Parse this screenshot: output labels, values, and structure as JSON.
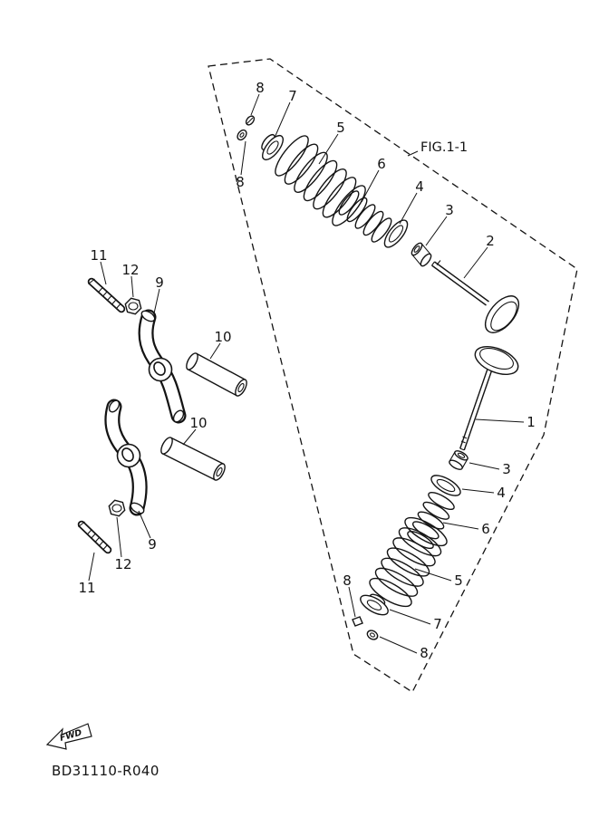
{
  "figure": {
    "fig_label": "FIG.1-1",
    "part_code": "BD31110-R040",
    "fwd_label": "FWD"
  },
  "colors": {
    "ink": "#141414",
    "background": "#ffffff"
  },
  "callouts": [
    {
      "n": "8"
    },
    {
      "n": "7"
    },
    {
      "n": "5"
    },
    {
      "n": "6"
    },
    {
      "n": "4"
    },
    {
      "n": "3"
    },
    {
      "n": "2"
    },
    {
      "n": "8"
    },
    {
      "n": "11"
    },
    {
      "n": "12"
    },
    {
      "n": "9"
    },
    {
      "n": "10"
    },
    {
      "n": "10"
    },
    {
      "n": "9"
    },
    {
      "n": "12"
    },
    {
      "n": "11"
    },
    {
      "n": "1"
    },
    {
      "n": "3"
    },
    {
      "n": "4"
    },
    {
      "n": "6"
    },
    {
      "n": "5"
    },
    {
      "n": "7"
    },
    {
      "n": "8"
    },
    {
      "n": "8"
    }
  ]
}
